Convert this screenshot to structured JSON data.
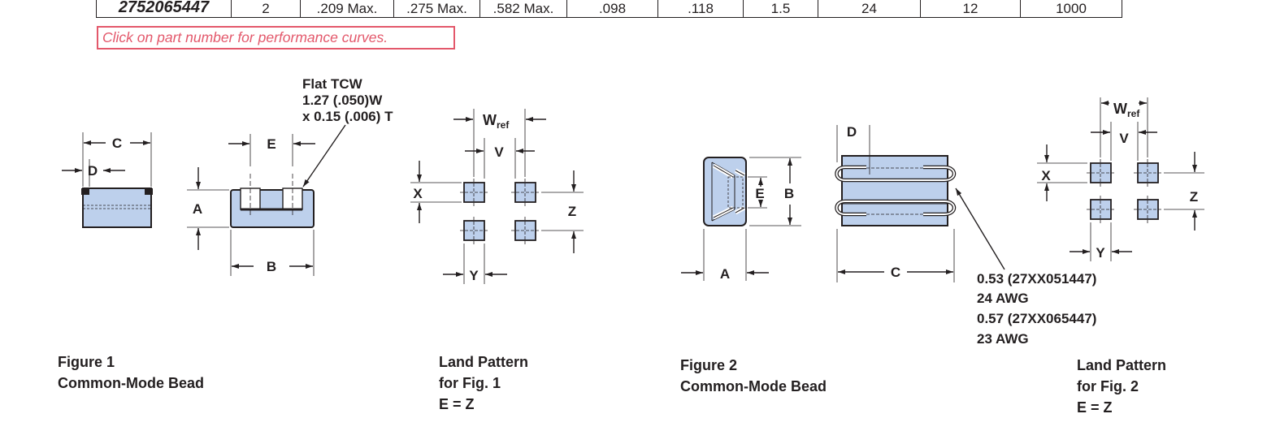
{
  "spec_row": {
    "part_number": "2752065447",
    "figure": "2",
    "cells": [
      ".209 Max.",
      ".275 Max.",
      ".582 Max.",
      ".098",
      ".118",
      "1.5",
      "24",
      "12",
      "1000"
    ]
  },
  "note": "Click on part number for performance curves.",
  "figure1": {
    "dims": {
      "c": "C",
      "d": "D",
      "e": "E",
      "a": "A",
      "b": "B"
    },
    "wire_note": [
      "Flat TCW",
      "1.27 (.050)W",
      "x 0.15 (.006) T"
    ],
    "caption": [
      "Figure 1",
      "Common-Mode Bead"
    ]
  },
  "land1": {
    "dims": {
      "w": "W",
      "w_sub": "ref",
      "v": "V",
      "x": "X",
      "z": "Z",
      "y": "Y"
    },
    "caption": [
      "Land Pattern",
      "for Fig. 1",
      "E = Z"
    ]
  },
  "figure2": {
    "dims": {
      "d": "D",
      "e": "E",
      "b": "B",
      "a": "A",
      "c": "C"
    },
    "wire_note": [
      "0.53 (27XX051447)",
      "24 AWG",
      "0.57 (27XX065447)",
      "23 AWG"
    ],
    "caption": [
      "Figure 2",
      "Common-Mode Bead"
    ]
  },
  "land2": {
    "dims": {
      "w": "W",
      "w_sub": "ref",
      "v": "V",
      "x": "X",
      "z": "Z",
      "y": "Y"
    },
    "caption": [
      "Land Pattern",
      "for Fig. 2",
      "E = Z"
    ]
  },
  "colors": {
    "part_fill": "#bdd0ec",
    "line": "#231f20",
    "note": "#e3586b"
  }
}
